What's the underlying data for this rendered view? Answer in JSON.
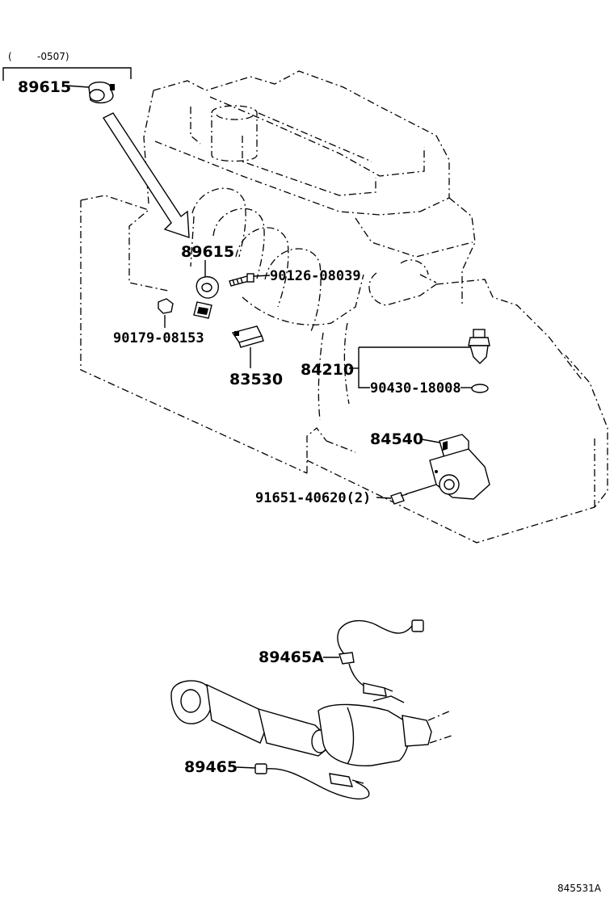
{
  "header_note": {
    "open": "(",
    "range": "-0507)"
  },
  "callouts": {
    "knock_sensor_inset": "89615",
    "knock_sensor": "89615",
    "stud_bolt": "90126-08039",
    "nut": "90179-08153",
    "oil_pressure_switch": "83530",
    "water_temp_sensor": "84210",
    "gasket": "90430-18008",
    "neutral_start_switch": "84540",
    "switch_bolt": "91651-40620(2)",
    "oxygen_sensor_upper": "89465A",
    "oxygen_sensor_lower": "89465"
  },
  "figure_id": "845531A"
}
